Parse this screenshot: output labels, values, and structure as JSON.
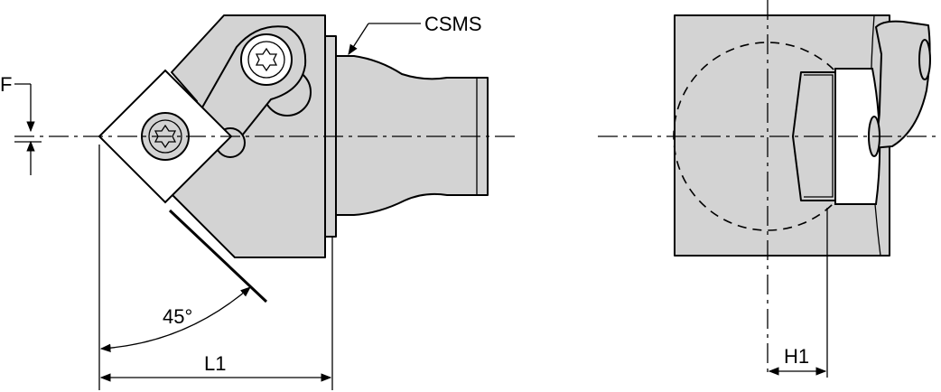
{
  "labels": {
    "csms": "CSMS",
    "f": "F",
    "angle": "45°",
    "l1": "L1",
    "h1": "H1"
  },
  "colors": {
    "body": "#d3d3d3",
    "line": "#000000",
    "background": "#ffffff"
  },
  "icons": {
    "torx_screw": "torx-screw-icon",
    "arrowhead": "arrowhead-icon"
  }
}
